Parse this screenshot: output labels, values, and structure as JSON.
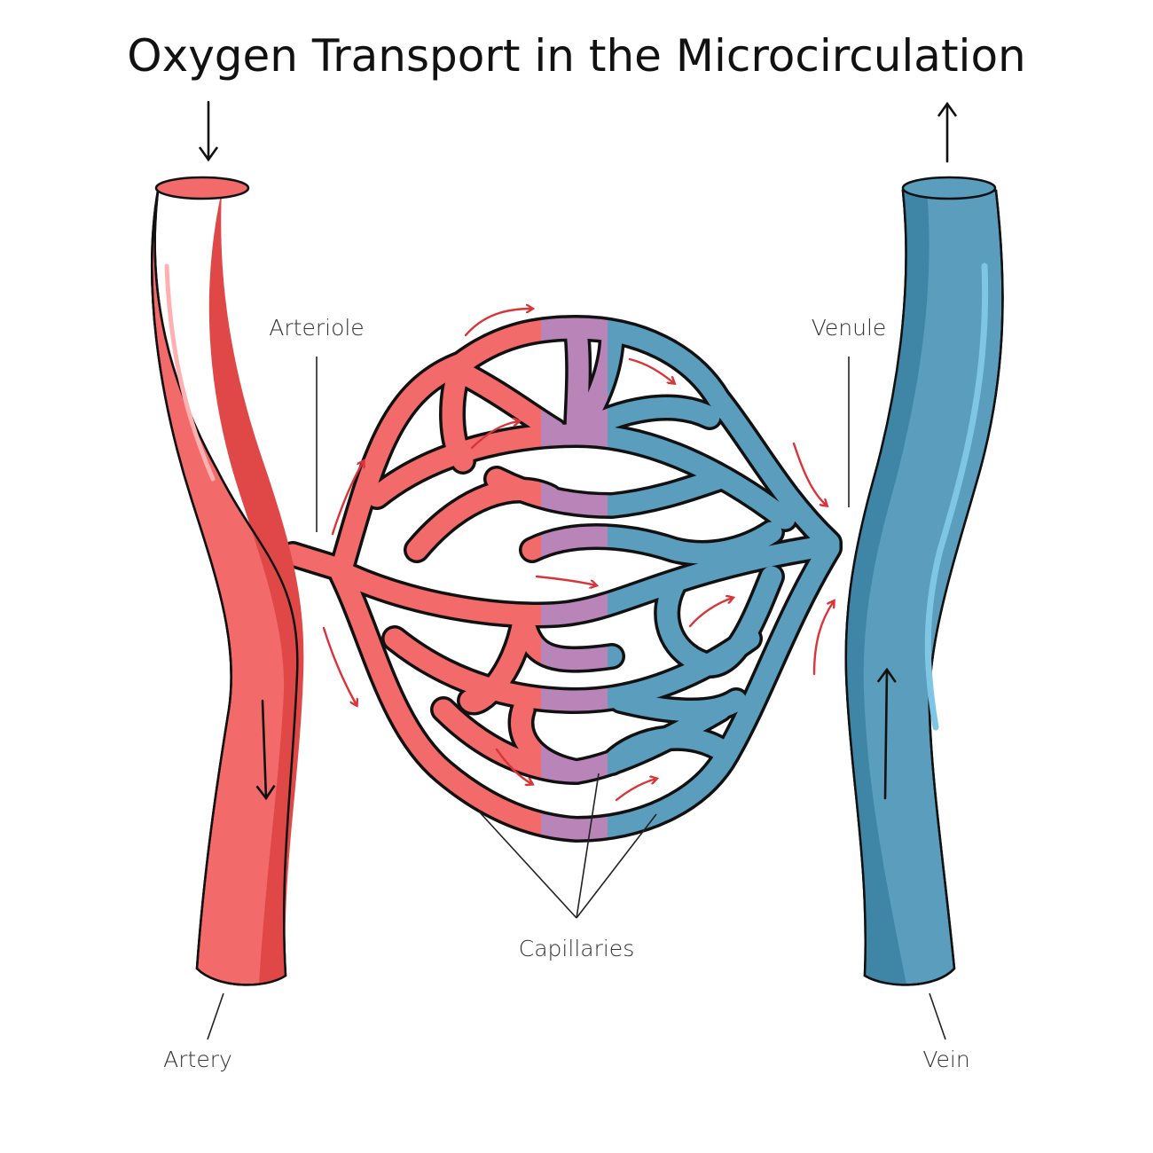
{
  "title": "Oxygen Transport in the Microcirculation",
  "labels": {
    "arteriole": "Arteriole",
    "venule": "Venule",
    "capillaries": "Capillaries",
    "artery": "Artery",
    "vein": "Vein"
  },
  "colors": {
    "artery": "#f26a6a",
    "artery_shade": "#e04848",
    "mixed": "#b985b9",
    "vein": "#5b9dbd",
    "vein_shade": "#3f85a5",
    "flow_arrow": "#d9343a"
  }
}
